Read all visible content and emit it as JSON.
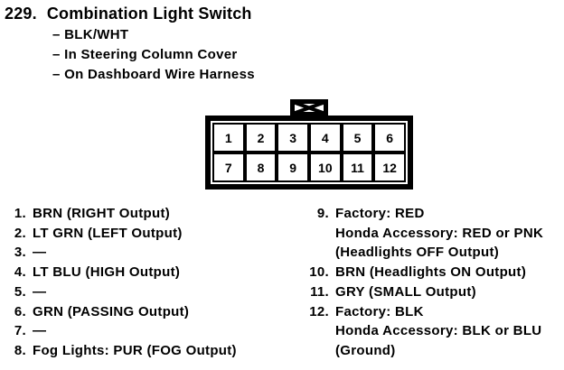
{
  "colors": {
    "ink": "#000000",
    "paper": "#ffffff"
  },
  "header": {
    "number": "229.",
    "title": "Combination Light Switch",
    "details": [
      "– BLK/WHT",
      "– In Steering Column Cover",
      "– On Dashboard Wire Harness"
    ]
  },
  "connector": {
    "tab_icon": "locking-tab-icon",
    "pins": [
      "1",
      "2",
      "3",
      "4",
      "5",
      "6",
      "7",
      "8",
      "9",
      "10",
      "11",
      "12"
    ]
  },
  "pins_left": [
    {
      "num": "1.",
      "lines": [
        "BRN (RIGHT Output)"
      ]
    },
    {
      "num": "2.",
      "lines": [
        "LT GRN (LEFT Output)"
      ]
    },
    {
      "num": "3.",
      "lines": [
        "—"
      ]
    },
    {
      "num": "4.",
      "lines": [
        "LT BLU (HIGH Output)"
      ]
    },
    {
      "num": "5.",
      "lines": [
        "—"
      ]
    },
    {
      "num": "6.",
      "lines": [
        "GRN (PASSING Output)"
      ]
    },
    {
      "num": "7.",
      "lines": [
        "—"
      ]
    },
    {
      "num": "8.",
      "lines": [
        "Fog Lights: PUR (FOG Output)"
      ]
    }
  ],
  "pins_right": [
    {
      "num": "9.",
      "lines": [
        "Factory: RED",
        "Honda Accessory: RED or PNK",
        "(Headlights OFF Output)"
      ]
    },
    {
      "num": "10.",
      "lines": [
        "BRN (Headlights ON Output)"
      ]
    },
    {
      "num": "11.",
      "lines": [
        "GRY (SMALL Output)"
      ]
    },
    {
      "num": "12.",
      "lines": [
        "Factory: BLK",
        "Honda Accessory: BLK or BLU",
        "(Ground)"
      ]
    }
  ]
}
